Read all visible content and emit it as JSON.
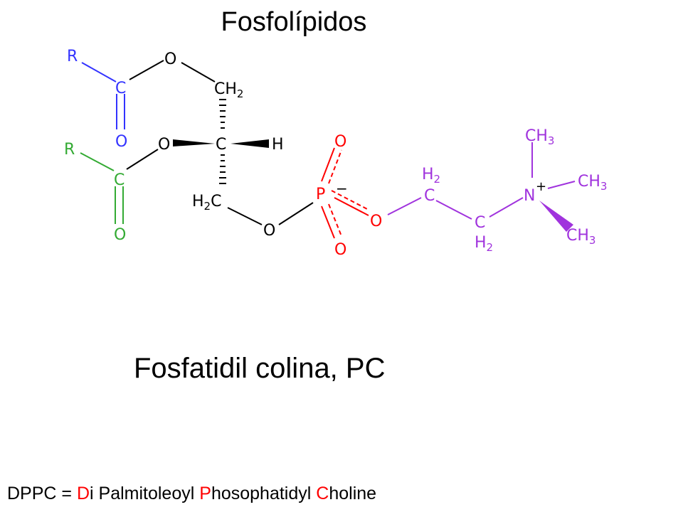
{
  "title": "Fosfolípidos",
  "subtitle": "Fosfatidil colina, PC",
  "footer": {
    "prefix": "DPPC = ",
    "d": "D",
    "d_rest": "i Palmitoleoyl ",
    "p": "P",
    "p_rest": "hosophatidyl ",
    "c": "C",
    "c_rest": "holine"
  },
  "colors": {
    "blue": "#3333ff",
    "green": "#33aa33",
    "black": "#000000",
    "red": "#ff0000",
    "purple": "#a033dd"
  },
  "atoms": {
    "r1": "R",
    "c1": "C",
    "o1_double": "O",
    "o1_ester": "O",
    "ch2_top": "CH",
    "ch2_top_sub": "2",
    "c_center": "C",
    "h": "H",
    "r2": "R",
    "c2": "C",
    "o2_double": "O",
    "o2_ester": "O",
    "h2c_sub": "2",
    "h2c_h": "H",
    "h2c_c": "C",
    "o_glycerol": "O",
    "p": "P",
    "p_charge": "−",
    "o_p_top": "O",
    "o_p_bottom": "O",
    "o_p_right": "O",
    "c_chol1": "C",
    "h2_chol1": "H",
    "h2_chol1_sub": "2",
    "c_chol2": "C",
    "h2_chol2": "H",
    "h2_chol2_sub": "2",
    "n": "N",
    "n_charge": "+",
    "ch3_top": "CH",
    "ch3_top_sub": "3",
    "ch3_right": "CH",
    "ch3_right_sub": "3",
    "ch3_bottom": "CH",
    "ch3_bottom_sub": "3"
  }
}
